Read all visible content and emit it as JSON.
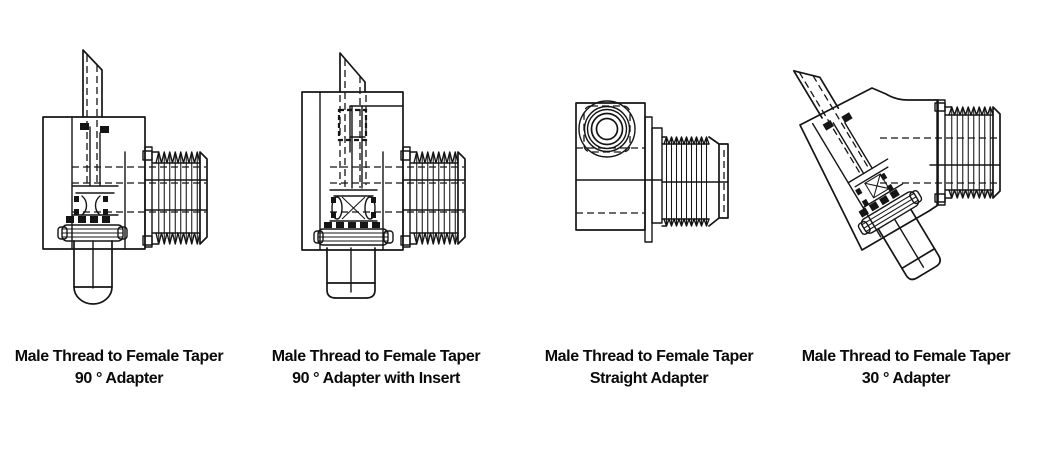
{
  "colors": {
    "line": "#151515",
    "text": "#0a0a0a",
    "background": "#ffffff"
  },
  "figures": [
    {
      "id": "90-adapter",
      "caption_line1": "Male Thread to Female Taper",
      "caption_line2": "90 ° Adapter"
    },
    {
      "id": "90-adapter-with-insert",
      "caption_line1": "Male Thread to Female Taper",
      "caption_line2": "90 ° Adapter with Insert"
    },
    {
      "id": "straight-adapter",
      "caption_line1": "Male Thread to Female Taper",
      "caption_line2": "Straight Adapter"
    },
    {
      "id": "30-adapter",
      "caption_line1": "Male Thread to Female Taper",
      "caption_line2": "30 ° Adapter"
    }
  ]
}
